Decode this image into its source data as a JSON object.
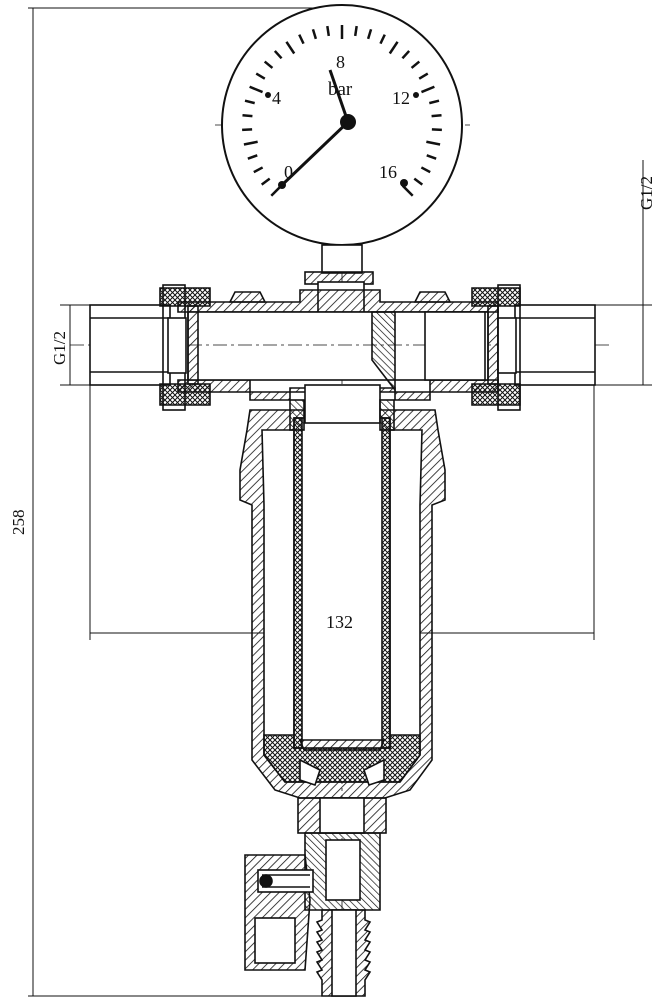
{
  "dimensions": {
    "overall_height": "258",
    "body_width": "132",
    "inlet_thread": "G1/2",
    "outlet_thread": "G1/2"
  },
  "gauge": {
    "unit": "bar",
    "scale_labels": [
      "0",
      "4",
      "8",
      "12",
      "16"
    ]
  },
  "colors": {
    "line": "#111111",
    "background": "#ffffff"
  }
}
